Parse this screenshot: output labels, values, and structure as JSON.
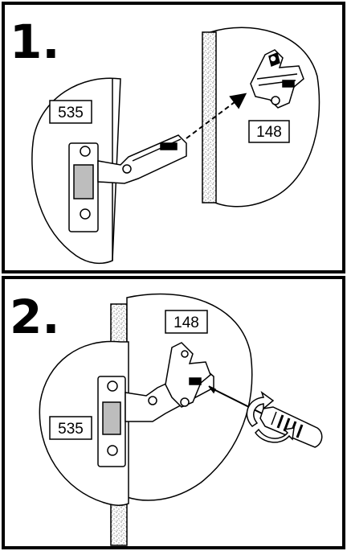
{
  "panels": [
    {
      "step": "1.",
      "hinge_label": "535",
      "plate_label": "148"
    },
    {
      "step": "2.",
      "hinge_label": "535",
      "plate_label": "148"
    }
  ],
  "colors": {
    "ink": "#000000",
    "paper": "#ffffff",
    "wood_speckle": "#000000",
    "clip_shade": "#bdbdbd"
  },
  "icons": [
    "arrow-icon",
    "screwdriver-icon",
    "rotation-arrow-icon"
  ]
}
